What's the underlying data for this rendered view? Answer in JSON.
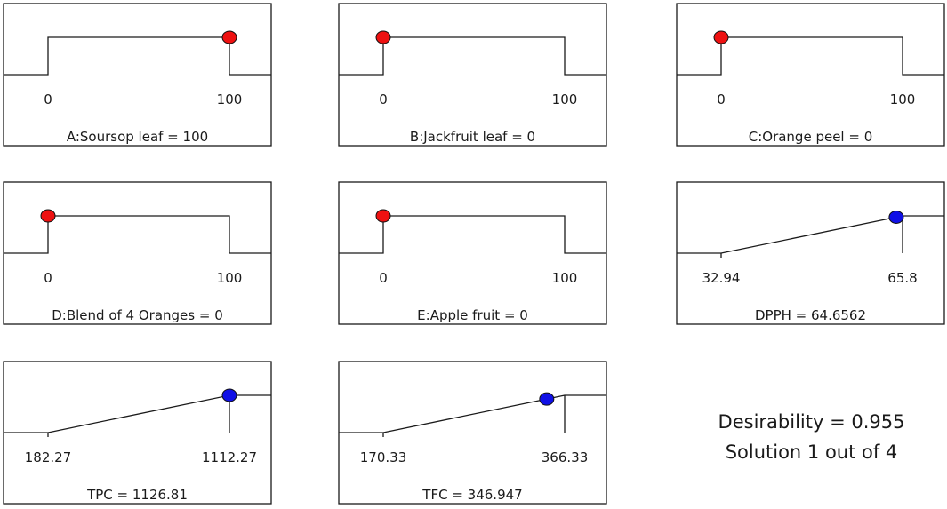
{
  "chart_data": [
    {
      "type": "line",
      "shape": "flat",
      "title": "A:Soursop leaf = 100",
      "low": "0",
      "high": "100",
      "marker": "right",
      "marker_color": "red",
      "marker_value": 100
    },
    {
      "type": "line",
      "shape": "flat",
      "title": "B:Jackfruit leaf = 0",
      "low": "0",
      "high": "100",
      "marker": "left",
      "marker_color": "red",
      "marker_value": 0
    },
    {
      "type": "line",
      "shape": "flat",
      "title": "C:Orange peel = 0",
      "low": "0",
      "high": "100",
      "marker": "left",
      "marker_color": "red",
      "marker_value": 0
    },
    {
      "type": "line",
      "shape": "flat",
      "title": "D:Blend of 4 Oranges = 0",
      "low": "0",
      "high": "100",
      "marker": "left",
      "marker_color": "red",
      "marker_value": 0
    },
    {
      "type": "line",
      "shape": "flat",
      "title": "E:Apple fruit = 0",
      "low": "0",
      "high": "100",
      "marker": "left",
      "marker_color": "red",
      "marker_value": 0
    },
    {
      "type": "line",
      "shape": "ramp",
      "title": "DPPH = 64.6562",
      "low": "32.94",
      "high": "65.8",
      "marker_color": "blue",
      "marker_value": 64.6562
    },
    {
      "type": "line",
      "shape": "ramp",
      "title": "TPC = 1126.81",
      "low": "182.27",
      "high": "1112.27",
      "marker_color": "blue",
      "marker_value": 1126.81
    },
    {
      "type": "line",
      "shape": "ramp",
      "title": "TFC = 346.947",
      "low": "170.33",
      "high": "366.33",
      "marker_color": "blue",
      "marker_value": 346.947
    }
  ],
  "colors": {
    "red_marker": "#ee1111",
    "blue_marker": "#1010e6",
    "line": "#1a1a1a"
  },
  "summary": {
    "desirability": "Desirability = 0.955",
    "solution": "Solution 1 out of 4"
  }
}
